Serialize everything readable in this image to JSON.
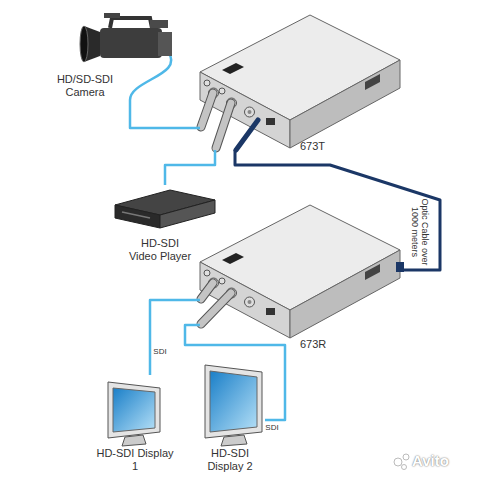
{
  "diagram": {
    "nodes": [
      {
        "text": [
          "HD/SD-SDI Camera"
        ]
      },
      {
        "text": [
          "673T"
        ]
      },
      {
        "text": [
          "HD-SDI Video Player"
        ]
      },
      {
        "text": [
          "673R"
        ]
      },
      {
        "text": [
          "HD-SDI Display 1"
        ]
      },
      {
        "text": [
          "HD-SDI Display 2"
        ]
      }
    ],
    "edges": [
      {
        "from": 0,
        "to": 1,
        "arrow": "none"
      },
      {
        "from": 2,
        "to": 1,
        "arrow": "none"
      },
      {
        "from": 1,
        "to": 3,
        "label": "Optic Cable over 1000 meters",
        "arrow": "none"
      },
      {
        "from": 3,
        "to": 4,
        "label": "SDI",
        "arrow": "none"
      },
      {
        "from": 3,
        "to": 5,
        "label": "SDI",
        "arrow": "none"
      }
    ],
    "labels": [
      "Avito"
    ]
  }
}
